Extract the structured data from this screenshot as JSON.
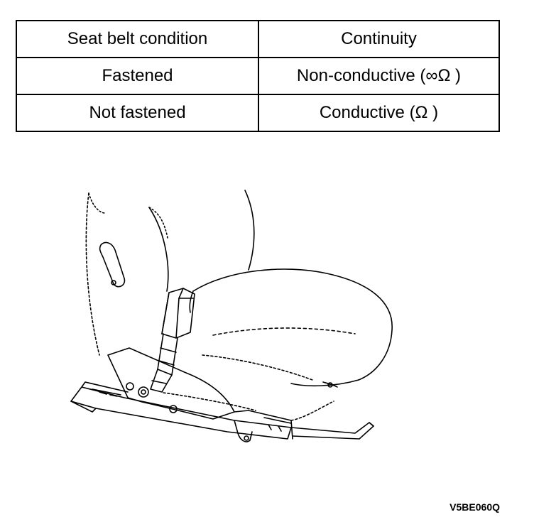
{
  "table": {
    "headers": [
      "Seat belt condition",
      "Continuity"
    ],
    "rows": [
      [
        "Fastened",
        "Non-conductive (∞Ω )"
      ],
      [
        "Not fastened",
        "Conductive (Ω )"
      ]
    ]
  },
  "figure_code": "V5BE060Q"
}
